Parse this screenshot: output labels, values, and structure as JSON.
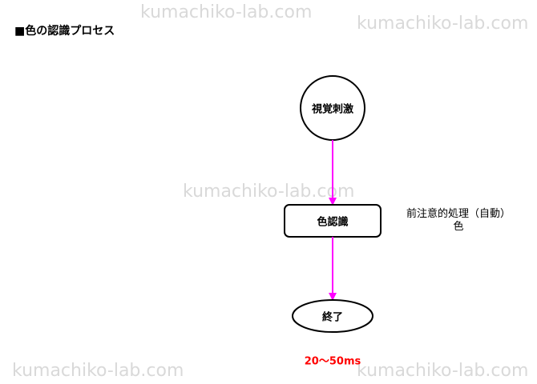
{
  "title": "■色の認識プロセス",
  "watermark": "kumachiko-lab.com",
  "nodes": {
    "start": "視覚刺激",
    "process": "色認識",
    "end": "終了"
  },
  "note": {
    "line1": "前注意的処理（自動）",
    "line2": "色"
  },
  "duration": "20〜50ms",
  "colors": {
    "arrow": "#ff00ff",
    "duration": "#ff0000"
  }
}
